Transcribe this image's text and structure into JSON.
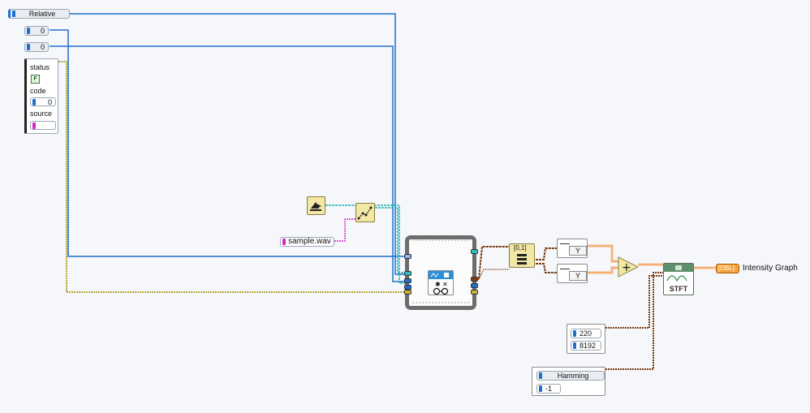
{
  "constants": {
    "mode_ring": "Relative",
    "num_a": "0",
    "num_b": "0",
    "file_path": "sample.wav",
    "time_steps": "220",
    "freq_bins": "8192",
    "window_type": "Hamming",
    "window_param": "-1"
  },
  "error_cluster": {
    "status_label": "status",
    "status_value": "F",
    "code_label": "code",
    "code_value": "0",
    "source_label": "source"
  },
  "nodes": {
    "index_label": "[0,1]",
    "unbundle_a": "Y",
    "unbundle_b": "Y",
    "stft_label": "STFT",
    "indicator_type": "[DBL]",
    "indicator_label": "Intensity Graph"
  },
  "colors": {
    "numeric_wire": "#1f6fd0",
    "error_wire": "#b3a734",
    "path_wire": "#d628c8",
    "refnum_wire": "#22b3b3",
    "waveform_wire": "#7a3b10",
    "array_wire": "#f08020"
  }
}
